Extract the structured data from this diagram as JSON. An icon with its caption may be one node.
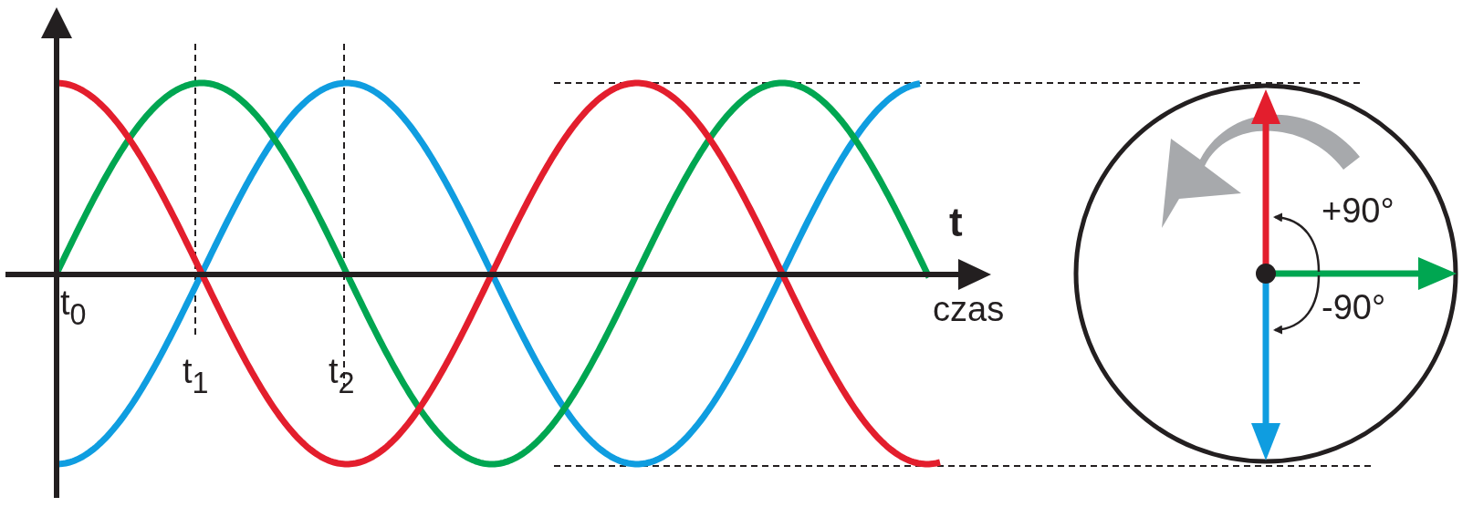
{
  "diagram": {
    "labels": [
      "t",
      "czas",
      "t$_{0}$",
      "t$_{1}$",
      "t$_{2}$",
      "+90°",
      "-90°"
    ]
  }
}
